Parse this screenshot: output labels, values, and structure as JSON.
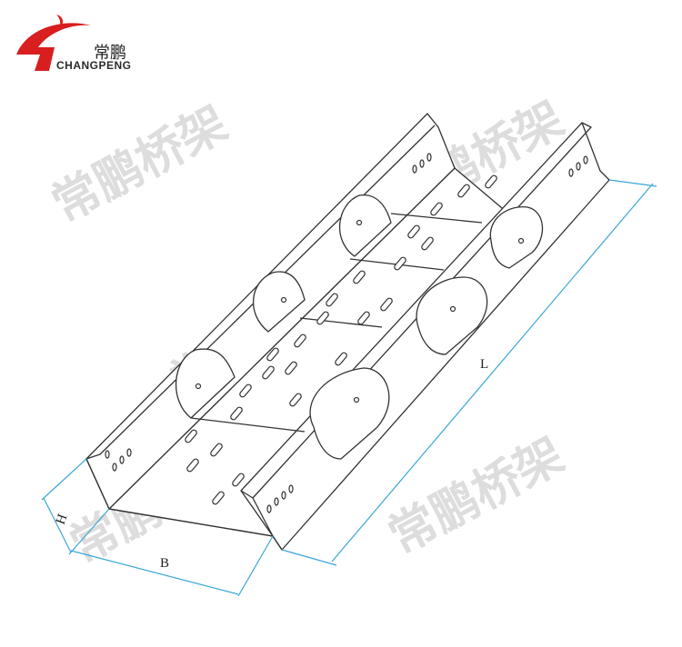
{
  "logo": {
    "chinese": "常鹏",
    "english": "CHANGPENG",
    "colors": {
      "red": "#d81e1e",
      "dark": "#222222"
    }
  },
  "watermarks": [
    "常鹏桥架",
    "常鹏桥架",
    "常鹏桥架",
    "常鹏桥架",
    "常鹏桥架"
  ],
  "dimensions": {
    "length_label": "L",
    "width_label": "B",
    "height_label": "H",
    "line_color": "#3aa6d8"
  }
}
